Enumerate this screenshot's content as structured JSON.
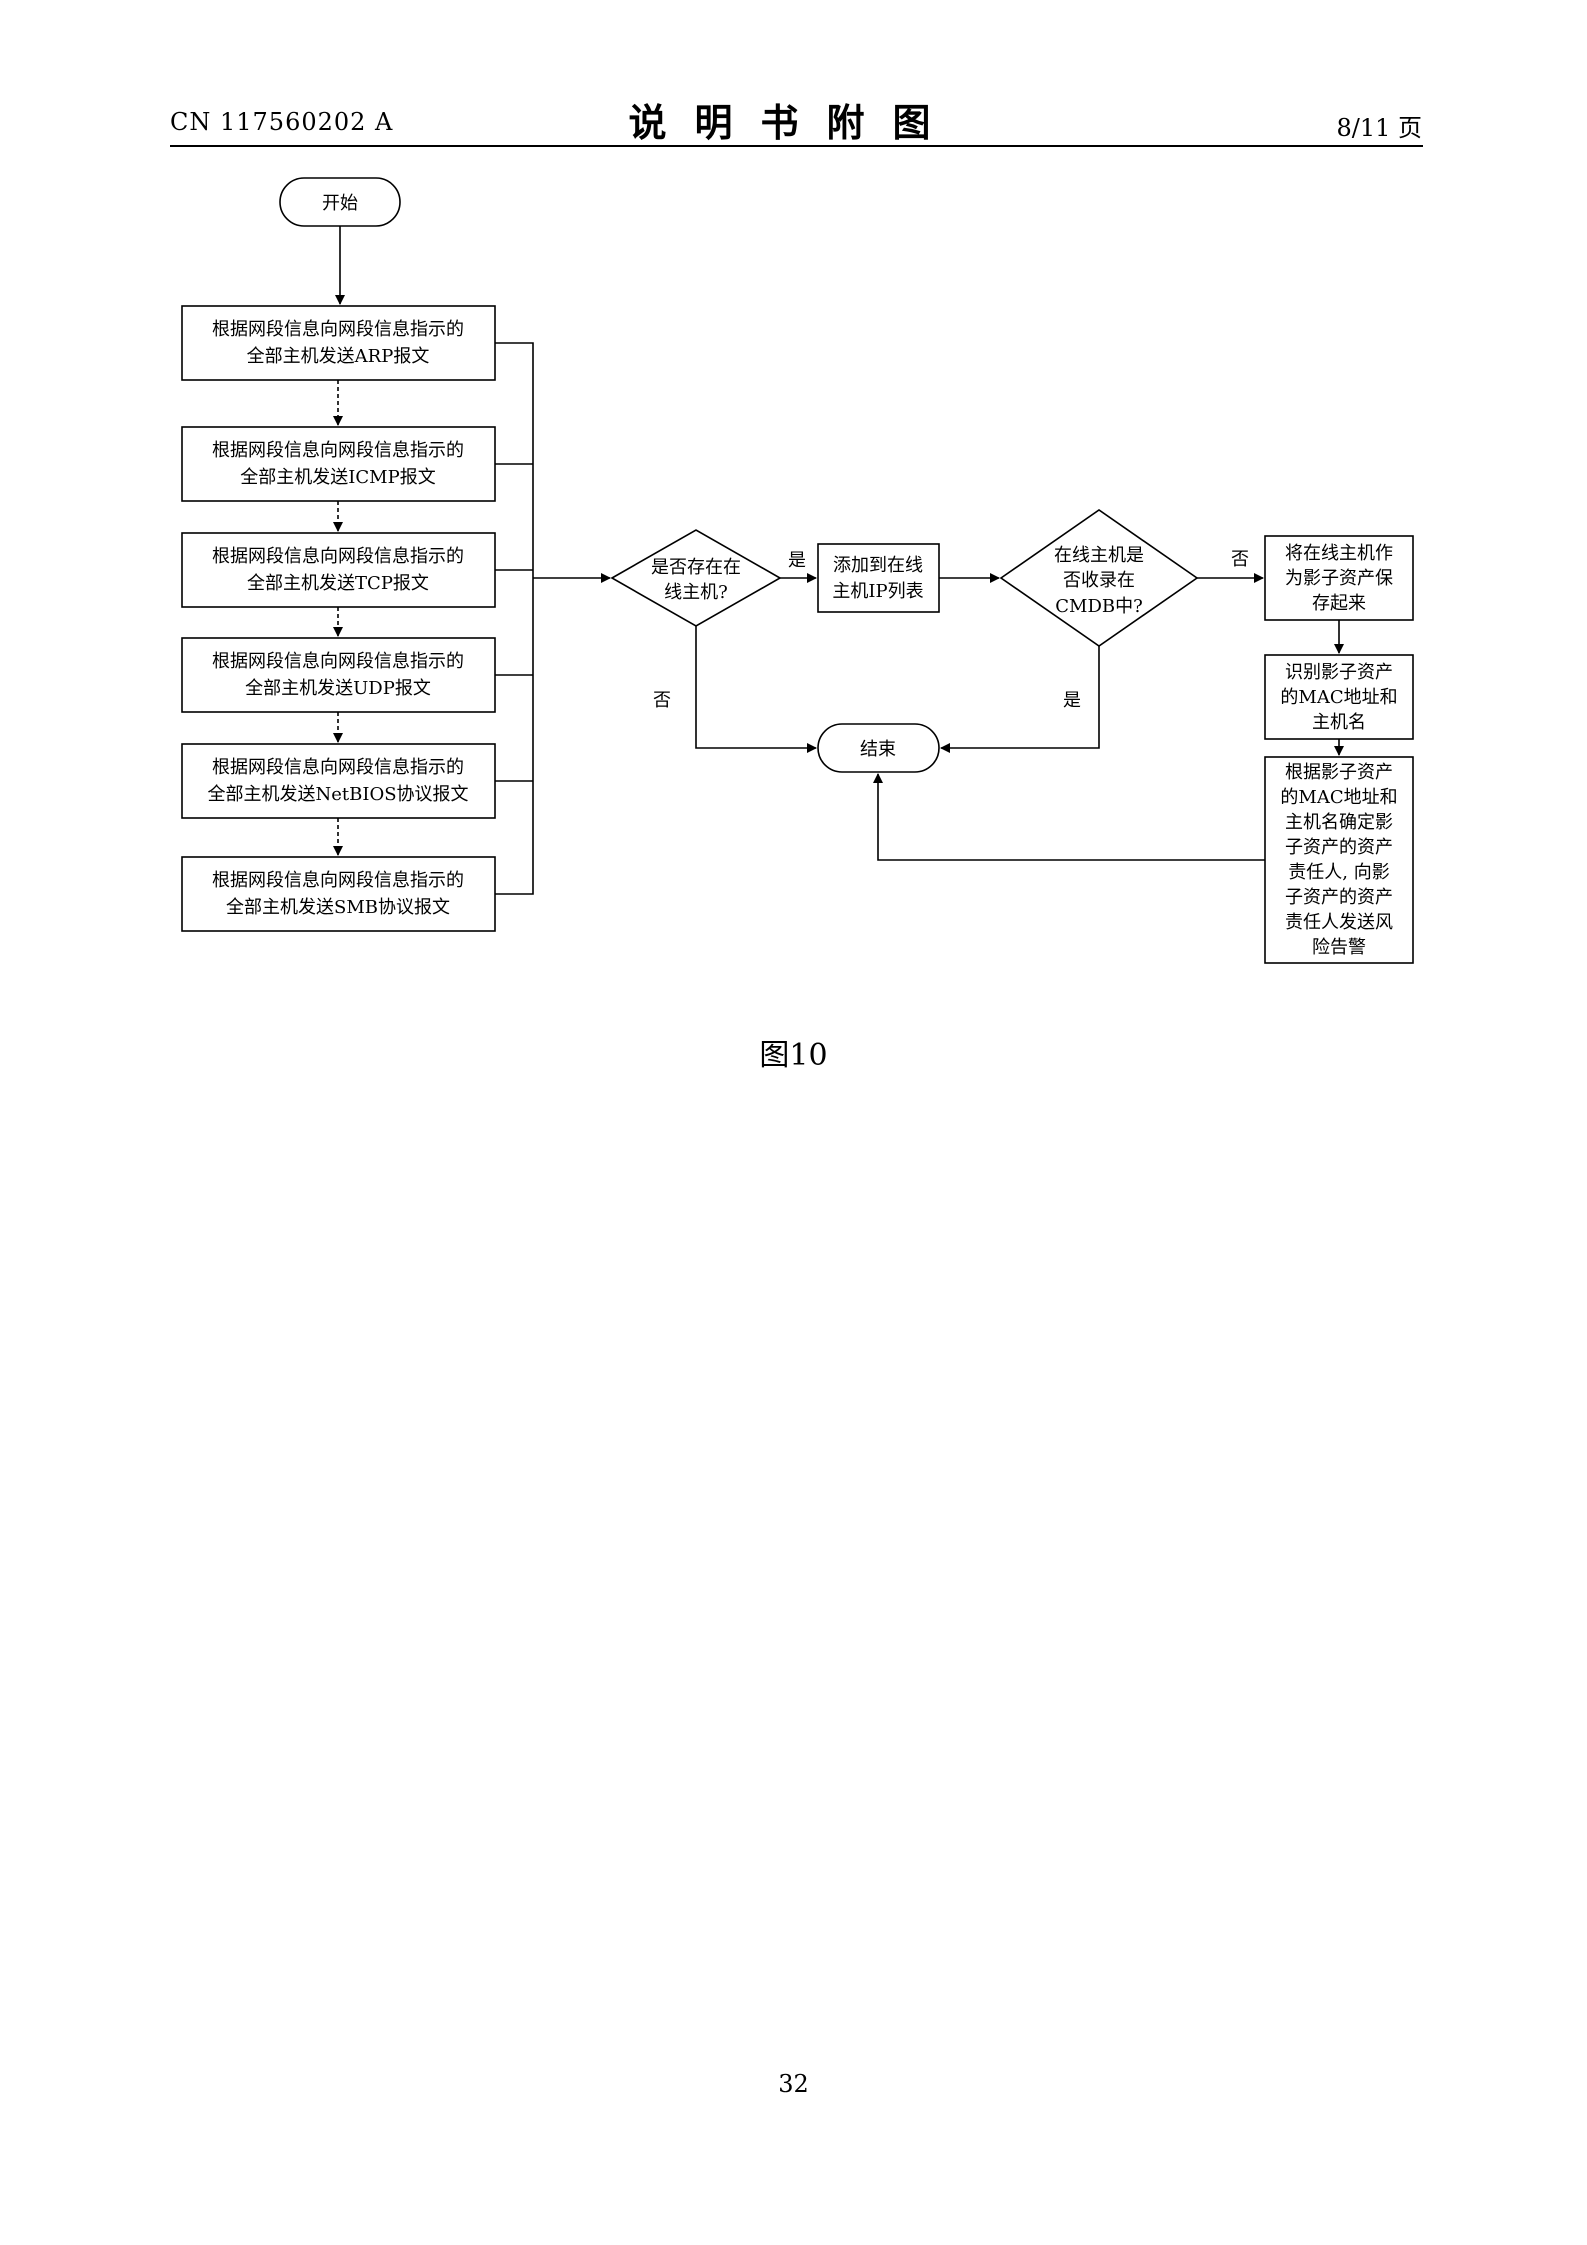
{
  "header": {
    "doc_id": "CN 117560202 A",
    "title": "说明书附图",
    "page_of": "8/11 页"
  },
  "flow": {
    "start": "开始",
    "end": "结束",
    "steps": [
      [
        "根据网段信息向网段信息指示的",
        "全部主机发送ARP报文"
      ],
      [
        "根据网段信息向网段信息指示的",
        "全部主机发送ICMP报文"
      ],
      [
        "根据网段信息向网段信息指示的",
        "全部主机发送TCP报文"
      ],
      [
        "根据网段信息向网段信息指示的",
        "全部主机发送UDP报文"
      ],
      [
        "根据网段信息向网段信息指示的",
        "全部主机发送NetBIOS协议报文"
      ],
      [
        "根据网段信息向网段信息指示的",
        "全部主机发送SMB协议报文"
      ]
    ],
    "decision1": [
      "是否存在在",
      "线主机?"
    ],
    "add_list": [
      "添加到在线",
      "主机IP列表"
    ],
    "decision2": [
      "在线主机是",
      "否收录在",
      "CMDB中?"
    ],
    "shadow_save": [
      "将在线主机作",
      "为影子资产保",
      "存起来"
    ],
    "identify": [
      "识别影子资产",
      "的MAC地址和",
      "主机名"
    ],
    "alarm": [
      "根据影子资产",
      "的MAC地址和",
      "主机名确定影",
      "子资产的资产",
      "责任人, 向影",
      "子资产的资产",
      "责任人发送风",
      "险告警"
    ],
    "label_yes": "是",
    "label_no": "否"
  },
  "caption": "图10",
  "page_number": "32"
}
